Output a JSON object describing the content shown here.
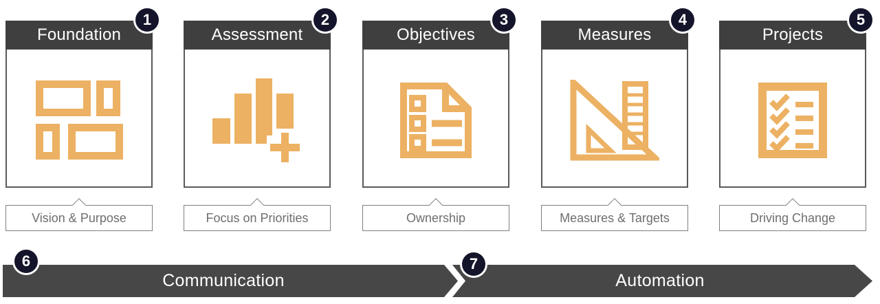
{
  "colors": {
    "accent": "#ECB163",
    "header_bg": "#3F3F3F",
    "arrow_bg": "#474747",
    "badge_bg": "#14142B",
    "card_border": "#595959",
    "caption_border": "#7F7F7F",
    "caption_text": "#6E6E6E"
  },
  "stages": [
    {
      "number": "1",
      "title": "Foundation",
      "caption": "Vision & Purpose",
      "icon": "layout-blocks-icon"
    },
    {
      "number": "2",
      "title": "Assessment",
      "caption": "Focus on Priorities",
      "icon": "bar-chart-plus-icon"
    },
    {
      "number": "3",
      "title": "Objectives",
      "caption": "Ownership",
      "icon": "document-list-icon"
    },
    {
      "number": "4",
      "title": "Measures",
      "caption": "Measures & Targets",
      "icon": "set-square-ruler-icon"
    },
    {
      "number": "5",
      "title": "Projects",
      "caption": "Driving Change",
      "icon": "checklist-icon"
    }
  ],
  "arrows": [
    {
      "number": "6",
      "label": "Communication"
    },
    {
      "number": "7",
      "label": "Automation"
    }
  ]
}
